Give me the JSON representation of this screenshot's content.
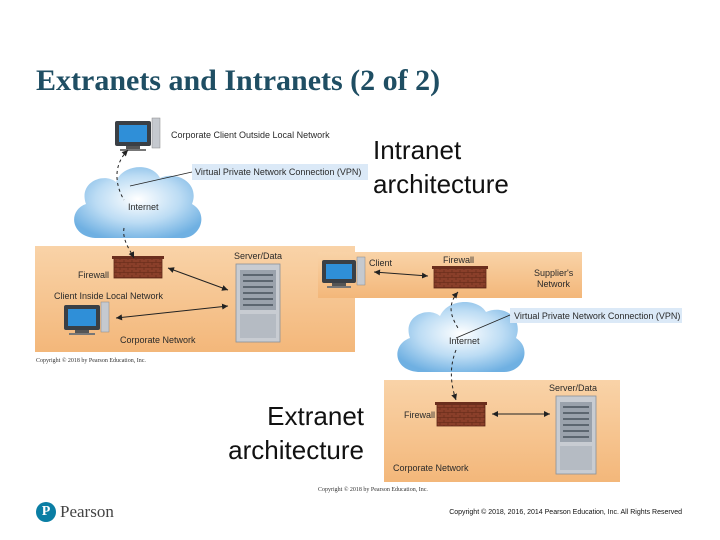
{
  "slide": {
    "title": "Extranets and Intranets (2 of 2)",
    "intranet_caption": [
      "Intranet",
      "architecture"
    ],
    "extranet_caption": [
      "Extranet",
      "architecture"
    ],
    "footer_copyright": "Copyright © 2018, 2016, 2014 Pearson Education, Inc. All Rights Reserved",
    "logo_text": "Pearson",
    "logo_letter": "P"
  },
  "intranet_figure": {
    "labels": {
      "remote_client": "Corporate Client Outside Local Network",
      "vpn": "Virtual Private Network Connection (VPN)",
      "internet": "Internet",
      "server": "Server/Data",
      "firewall": "Firewall",
      "local_client": "Client Inside Local Network",
      "network": "Corporate Network"
    },
    "credit": "Copyright © 2018 by Pearson Education, Inc."
  },
  "extranet_figure": {
    "labels": {
      "client": "Client",
      "firewall_top": "Firewall",
      "supplier_network": "Supplier's Network",
      "vpn": "Virtual Private Network Connection (VPN)",
      "internet": "Internet",
      "server": "Server/Data",
      "firewall_bottom": "Firewall",
      "network": "Corporate Network"
    },
    "credit": "Copyright © 2018 by Pearson Education, Inc."
  },
  "colors": {
    "title": "#1f4e63",
    "panel": "#f6c28b",
    "cloud": "#8fc4ec",
    "firewall": "#8a3f2a",
    "vpn_box": "#dbe9f7",
    "brand": "#0a7ea4"
  }
}
